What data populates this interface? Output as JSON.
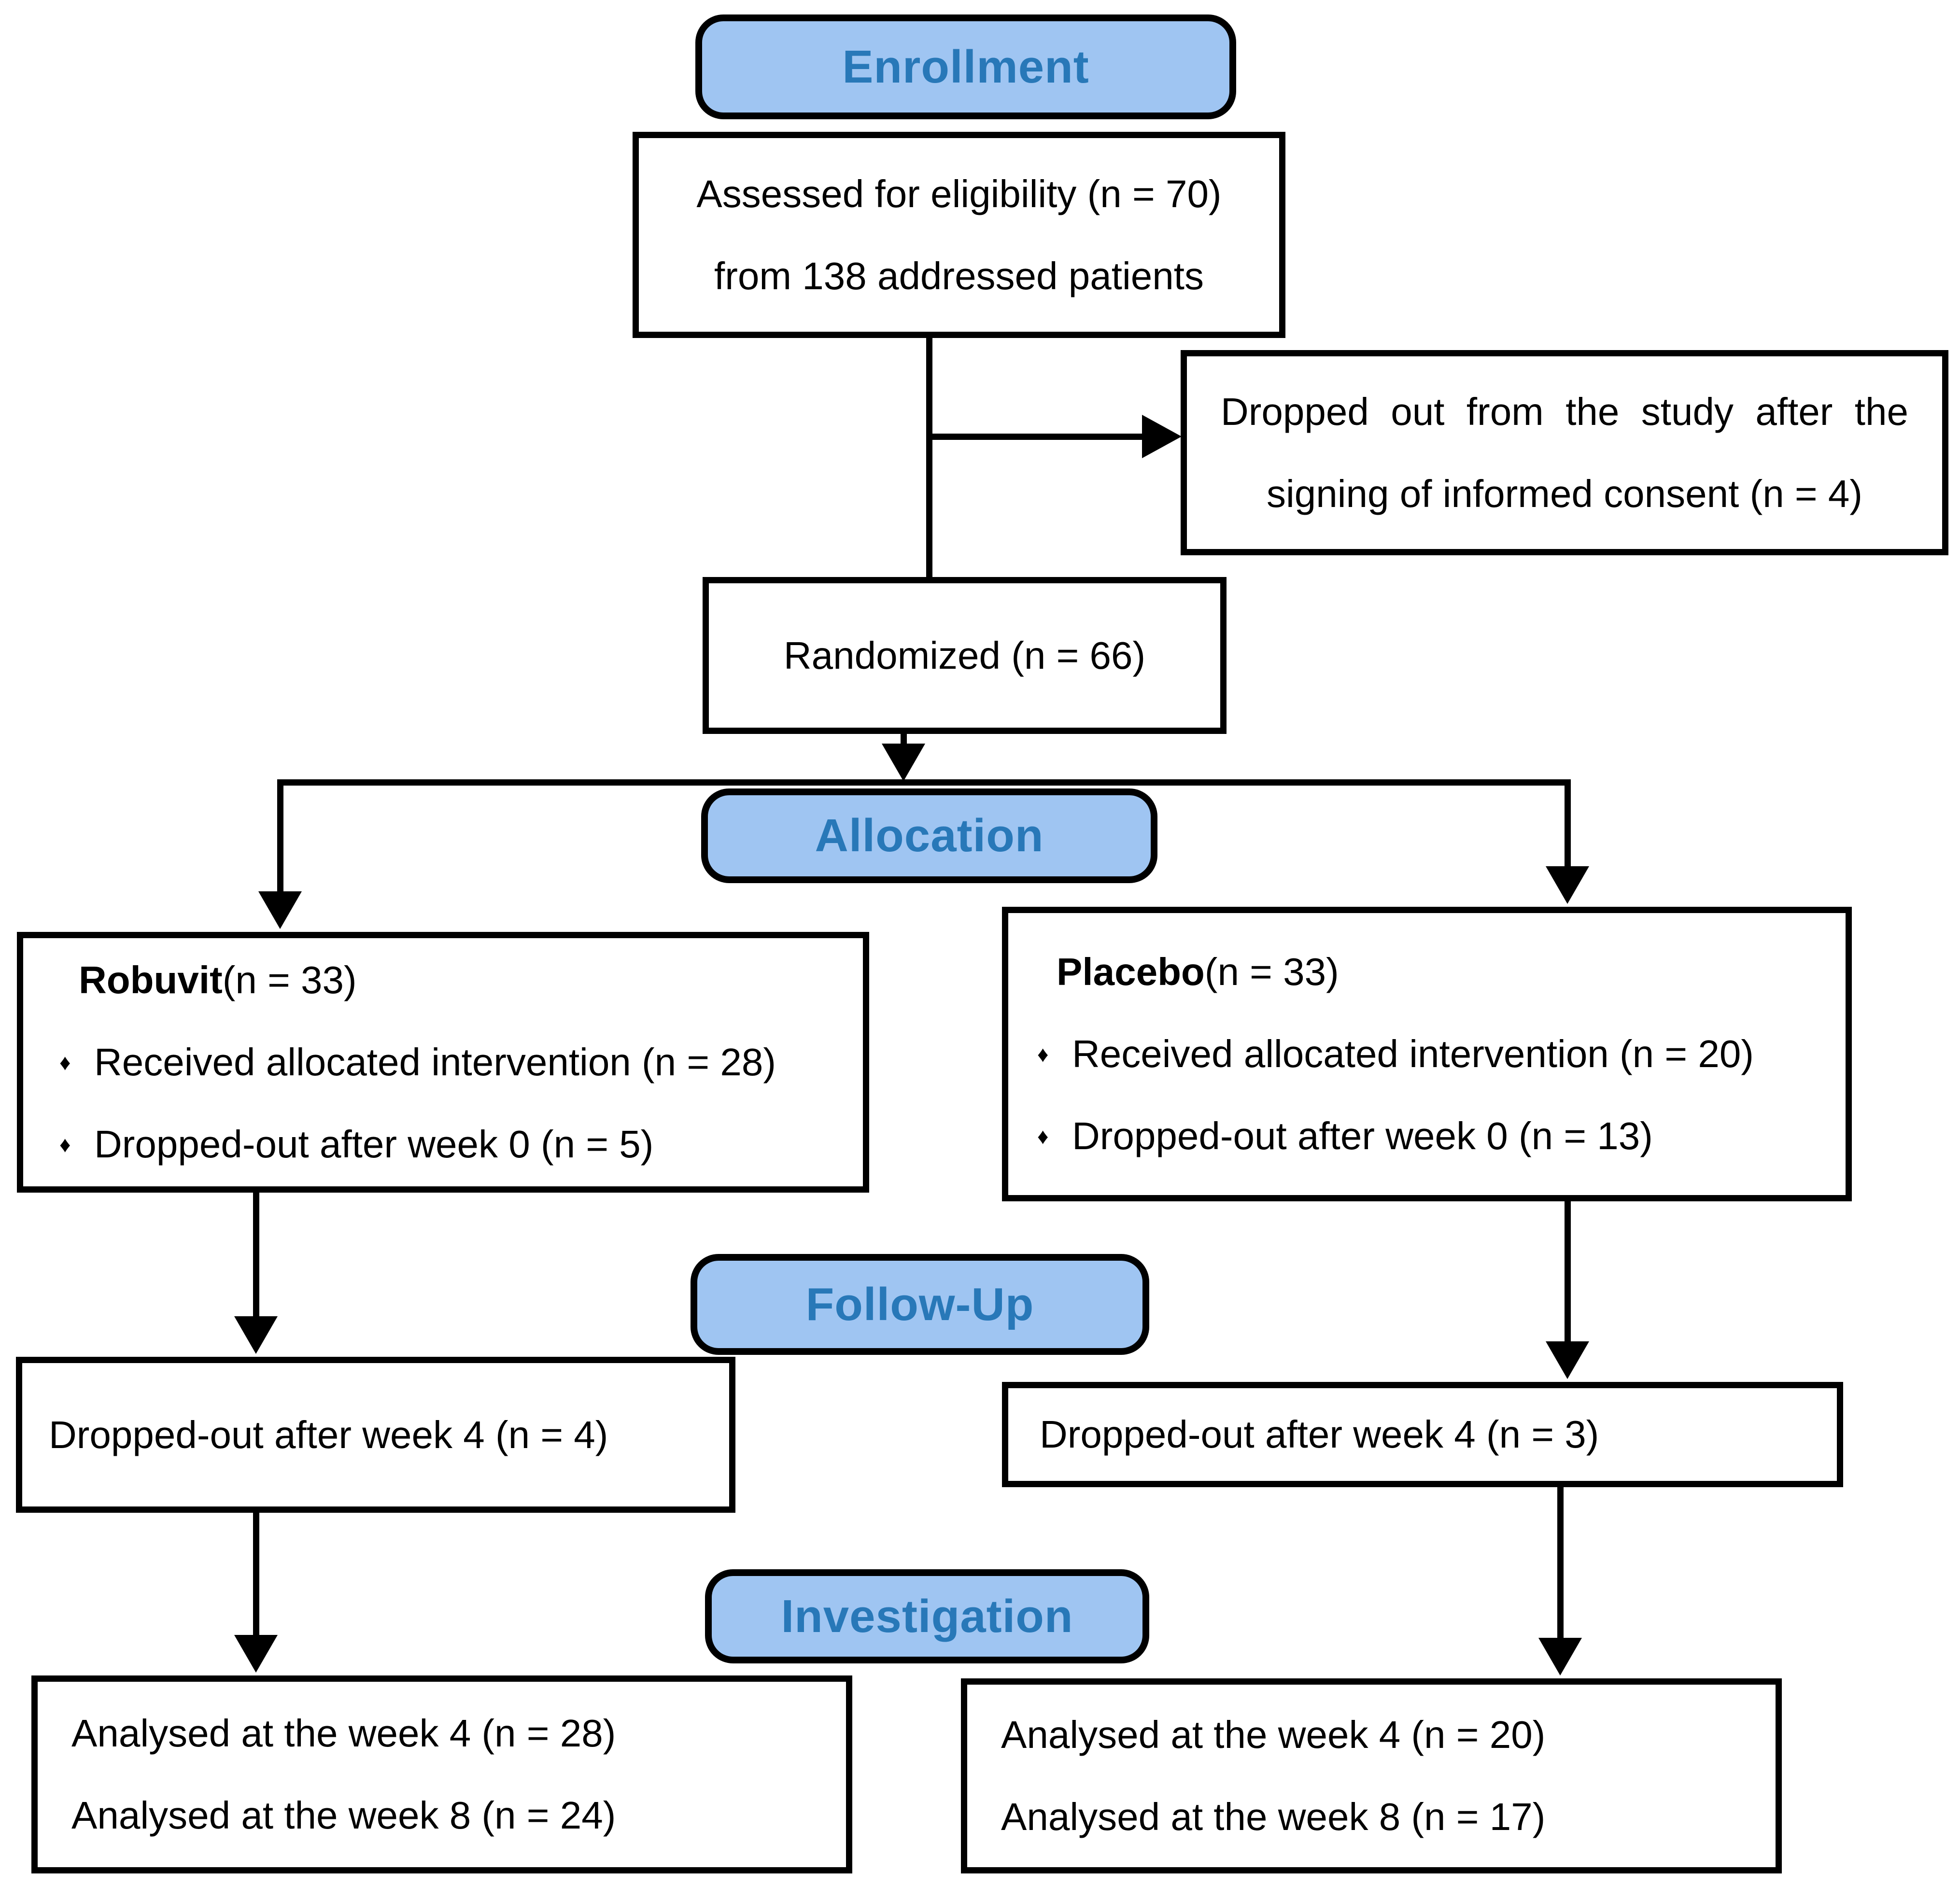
{
  "diagram": {
    "type": "consort-flowchart",
    "stages": [
      {
        "label": "Enrollment"
      },
      {
        "label": "Allocation"
      },
      {
        "label": "Follow-Up"
      },
      {
        "label": "Investigation"
      }
    ],
    "boxes": {
      "assessed": {
        "line1": "Assessed for eligibility (n = 70)",
        "line2": "from 138 addressed patients"
      },
      "dropped_consent": {
        "line1": "Dropped out from the study after the",
        "line2": "signing of informed consent (n = 4)"
      },
      "randomized": {
        "text": "Randomized (n = 66)"
      },
      "robuvit": {
        "title": "Robuvit",
        "title_suffix": " (n = 33)",
        "bullets": [
          "Received allocated intervention (n = 28)",
          "Dropped-out after week 0 (n = 5)"
        ]
      },
      "placebo": {
        "title": "Placebo",
        "title_suffix": " (n = 33)",
        "bullets": [
          "Received allocated intervention (n = 20)",
          "Dropped-out after week 0 (n = 13)"
        ]
      },
      "dropped_week4_left": {
        "text": "Dropped-out after week 4 (n = 4)"
      },
      "dropped_week4_right": {
        "text": "Dropped-out after week 4 (n = 3)"
      },
      "analysed_left": {
        "line1": "Analysed at the week 4 (n = 28)",
        "line2": "Analysed at the week 8 (n = 24)"
      },
      "analysed_right": {
        "line1": "Analysed at the week 4 (n = 20)",
        "line2": "Analysed at the week 8 (n = 17)"
      }
    },
    "bullet": "♦",
    "colors": {
      "stage_fill": "#9FC5F2",
      "stage_text": "#2878B8",
      "box_background": "#FFFFFF",
      "border_and_lines": "#000000"
    }
  }
}
